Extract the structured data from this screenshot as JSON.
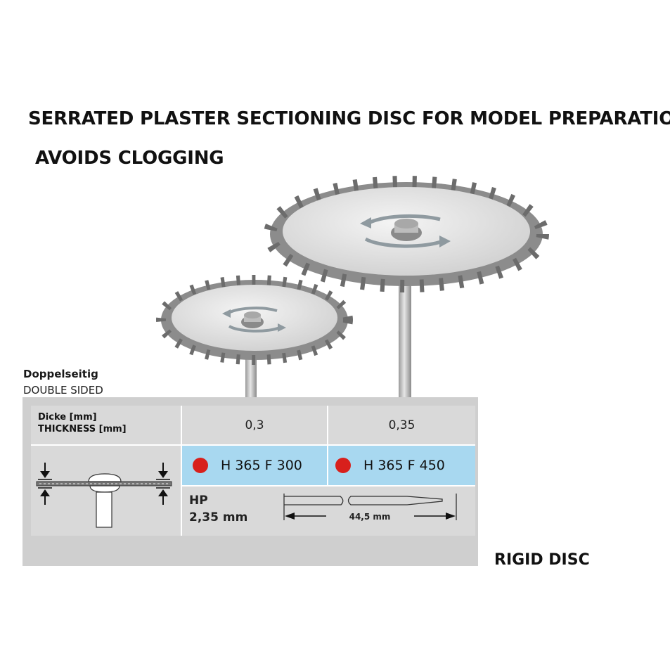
{
  "title": {
    "line1": "SERRATED PLASTER SECTIONING DISC FOR MODEL PREPARATION,",
    "line2": "AVOIDS CLOGGING"
  },
  "side_label": {
    "de": "Doppelseitig",
    "en": "DOUBLE SIDED"
  },
  "table": {
    "thickness_label_de": "Dicke [mm]",
    "thickness_label_en": "THICKNESS [mm]",
    "values": [
      "0,3",
      "0,35"
    ],
    "codes": [
      "H 365 F 300",
      "H 365 F 450"
    ],
    "code_dot_color": "#d8201c",
    "hp_label": "HP",
    "hp_diameter": "2,35 mm",
    "shank_length": "44,5 mm"
  },
  "rigid_label": "RIGID DISC",
  "colors": {
    "code_row_bg": "#a8d8f0",
    "table_bg": "#d9d9d9"
  }
}
